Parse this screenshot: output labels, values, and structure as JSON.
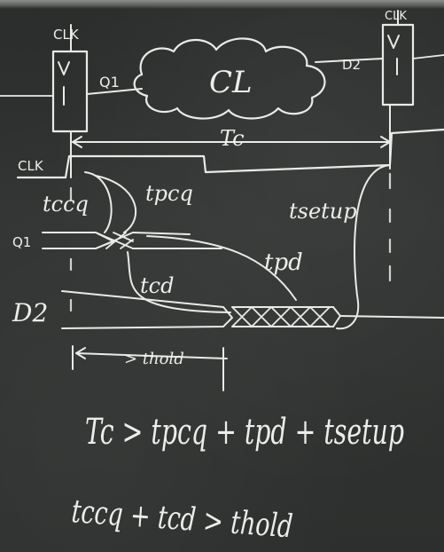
{
  "board": {
    "labels": {
      "clk_reg1": "CLK",
      "clk_reg2": "CLK",
      "clk_wave": "CLK",
      "q1_wire": "Q1",
      "d2_wire": "D2",
      "logic_cloud": "CL",
      "tc": "Tc",
      "tccq": "tccq",
      "tpcq": "tpcq",
      "tsetup": "tsetup",
      "tpd": "tpd",
      "tcd": "tcd",
      "q1_wave": "Q1",
      "d2_wave": "D2",
      "thold_span": "> thold"
    },
    "equations": {
      "setup": "Tc > tpcq + tpd + tsetup",
      "hold": "tccq + tcd > thold"
    }
  }
}
